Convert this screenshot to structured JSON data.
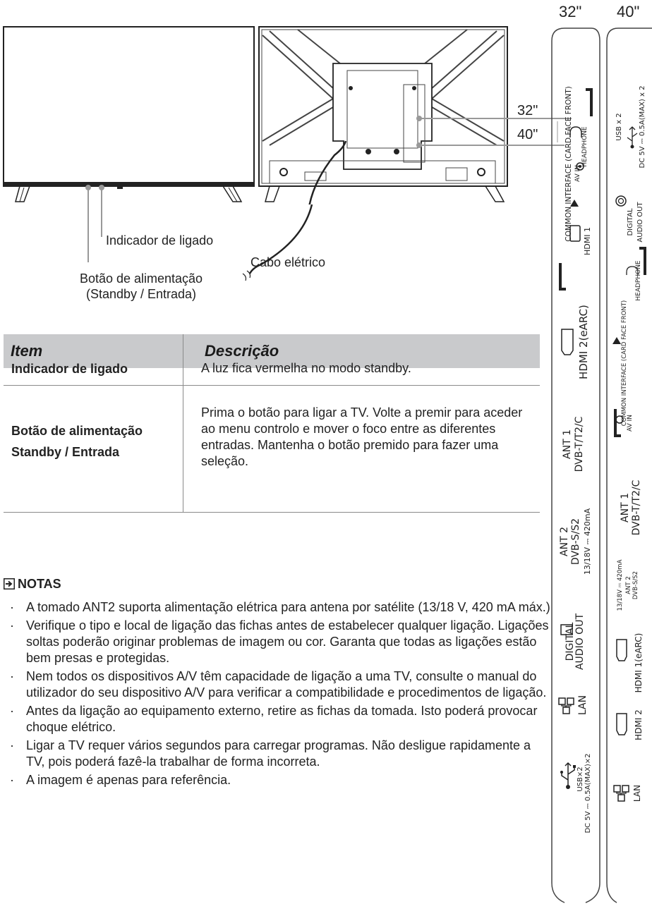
{
  "labels": {
    "power_indicator": "Indicador de ligado",
    "power_cable": "Cabo elétrico",
    "power_button_line1": "Botão de alimentação",
    "power_button_line2": "(Standby / Entrada)",
    "size32": "32\"",
    "size40": "40\""
  },
  "table": {
    "headers": [
      "Item",
      "Descrição"
    ],
    "rows": [
      {
        "item": "Indicador de ligado",
        "description": "A luz fica vermelha no modo standby."
      },
      {
        "item_line1": "Botão de alimentação",
        "item_line2": "Standby / Entrada",
        "description": "Prima o botão para ligar a TV. Volte a premir para aceder ao menu controlo e mover o foco entre as diferentes entradas. Mantenha o botão premido para fazer uma seleção."
      }
    ]
  },
  "notes": {
    "title": "NOTAS",
    "items": [
      "A tomado ANT2 suporta alimentação elétrica para antena por satélite (13/18 V, 420 mA máx.)",
      "Verifique o tipo e local de ligação das fichas antes de estabelecer qualquer ligação. Ligações soltas poderão originar problemas de imagem ou cor. Garanta que todas as ligações estão bem presas e protegidas.",
      "Nem todos os dispositivos A/V têm capacidade de ligação a uma TV, consulte o manual do utilizador do seu dispositivo A/V para verificar a compatibilidade e procedimentos de ligação.",
      "Antes da ligação ao equipamento externo, retire as fichas da tomada. Isto poderá provocar choque elétrico.",
      "Ligar a TV requer vários segundos para carregar programas. Não desligue rapidamente a TV, pois poderá fazê-la trabalhar de forma incorreta.",
      "A imagem é apenas para referência."
    ]
  },
  "panel32": {
    "title": "32\"",
    "ports": {
      "ci": "COMMON INTERFACE (CARD FACE FRONT)",
      "hdmi1": "HDMI 1",
      "av_in": "AV IN",
      "headphone": "HEADPHONE",
      "hdmi2": "HDMI 2(eARC)",
      "ant1_a": "ANT 1",
      "ant1_b": "DVB-T/T2/C",
      "ant2_a": "ANT 2",
      "ant2_b": "DVB-S/S2",
      "ant2_c": "13/18V ⎓ 420mA",
      "digital_a": "DIGITAL",
      "digital_b": "AUDIO OUT",
      "lan": "LAN",
      "usb_a": "USB×2",
      "usb_b": "DC 5V ⎓ 0.5A(MAX)×2"
    }
  },
  "panel40": {
    "title": "40\"",
    "ports": {
      "usb": "USB x 2",
      "usb_power": "DC 5V ⎓ 0.5A(MAX) x 2",
      "digital_a": "DIGITAL",
      "digital_b": "AUDIO OUT",
      "headphone": "HEADPHONE",
      "ci": "COMMON INTERFACE (CARD FACE FRONT)",
      "av_in": "AV IN",
      "ant1_a": "ANT 1",
      "ant1_b": "DVB-T/T2/C",
      "ant2_a": "13/18V ⎓ 420mA",
      "ant2_b": "ANT 2",
      "ant2_c": "DVB-S/S2",
      "hdmi1": "HDMI 1(eARC)",
      "hdmi2": "HDMI 2",
      "lan": "LAN"
    }
  }
}
